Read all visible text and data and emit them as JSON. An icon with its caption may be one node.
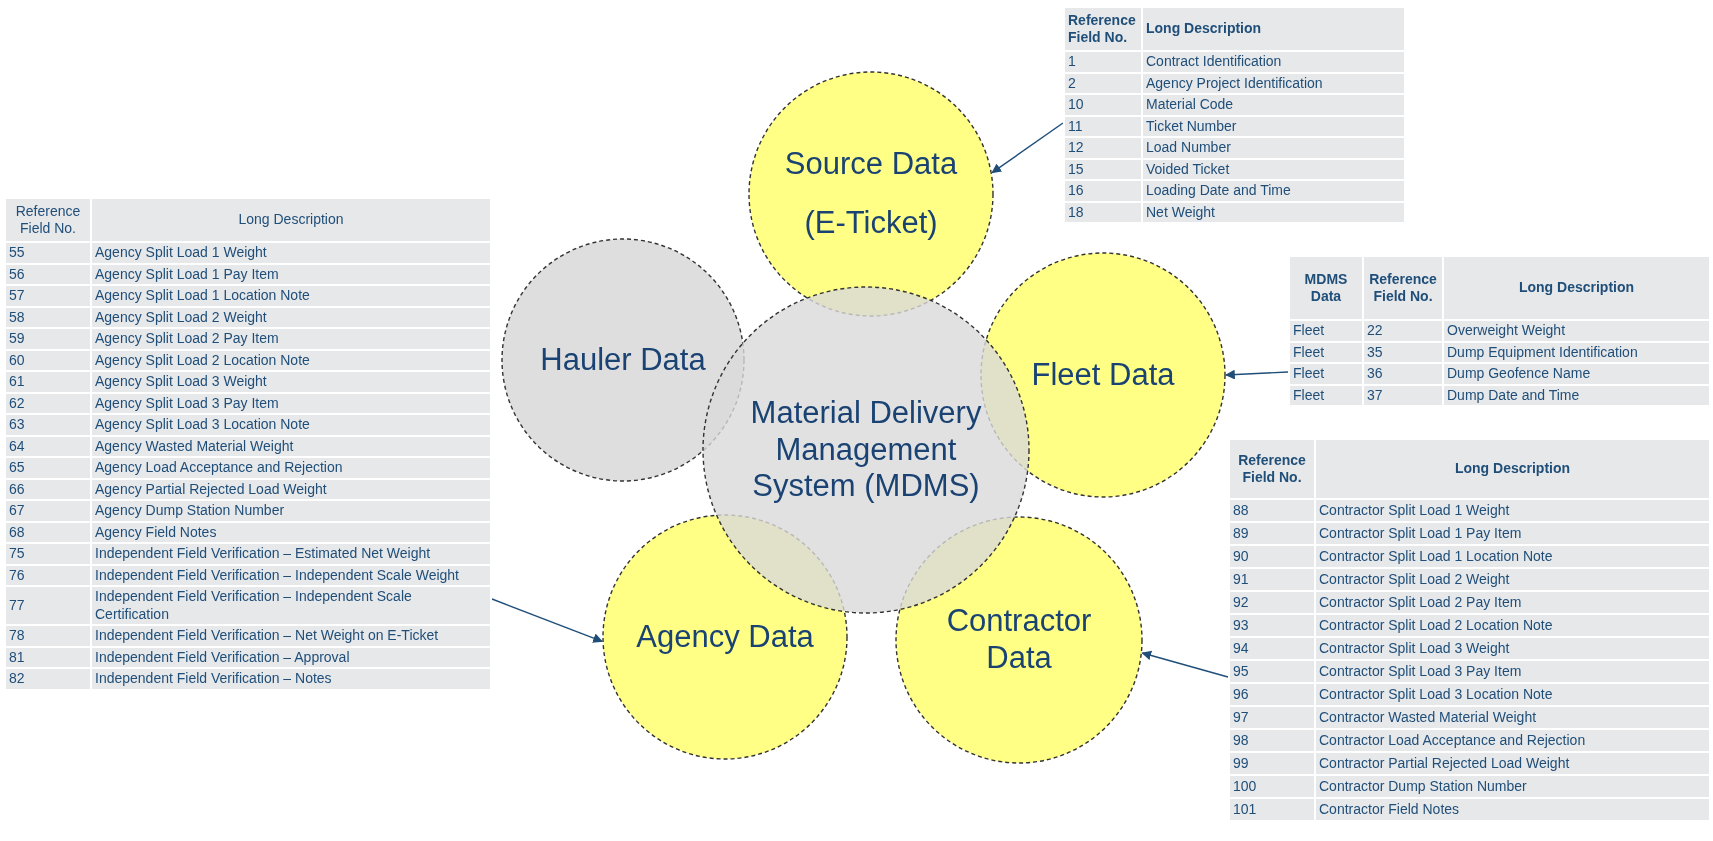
{
  "diagram": {
    "nodes": [
      {
        "text": [
          "Source Data",
          "(E-Ticket)"
        ]
      },
      {
        "text": [
          "Hauler Data"
        ]
      },
      {
        "text": [
          "Material Delivery Management System (MDMS)"
        ]
      },
      {
        "text": [
          "Fleet Data"
        ]
      },
      {
        "text": [
          "Agency Data"
        ]
      },
      {
        "text": [
          "Contractor Data"
        ]
      },
      {
        "text": [
          "Reference Field No.",
          "Long Description",
          "1",
          "Contract Identification",
          "2",
          "Agency Project Identification",
          "10",
          "Material Code",
          "11",
          "Ticket Number",
          "12",
          "Load Number",
          "15",
          "Voided Ticket",
          "16",
          "Loading Date and Time",
          "18",
          "Net Weight"
        ]
      },
      {
        "text": [
          "Reference Field No.",
          "Long Description",
          "55",
          "Agency Split Load 1 Weight",
          "56",
          "Agency Split Load 1 Pay Item",
          "57",
          "Agency Split Load 1 Location Note",
          "58",
          "Agency Split Load 2 Weight",
          "59",
          "Agency Split Load 2 Pay Item",
          "60",
          "Agency Split Load 2 Location Note",
          "61",
          "Agency Split Load 3 Weight",
          "62",
          "Agency Split Load 3 Pay Item",
          "63",
          "Agency Split Load 3 Location Note",
          "64",
          "Agency Wasted Material Weight",
          "65",
          "Agency Load Acceptance and Rejection",
          "66",
          "Agency Partial Rejected Load Weight",
          "67",
          "Agency Dump Station Number",
          "68",
          "Agency Field Notes",
          "75",
          "Independent Field Verification – Estimated Net Weight",
          "76",
          "Independent Field Verification – Independent Scale Weight",
          "77",
          "Independent Field Verification – Independent Scale Certification",
          "78",
          "Independent Field Verification – Net Weight on E-Ticket",
          "81",
          "Independent Field Verification – Approval",
          "82",
          "Independent Field Verification – Notes"
        ]
      },
      {
        "text": [
          "MDMS Data",
          "Reference Field No.",
          "Long Description",
          "Fleet",
          "22",
          "Overweight Weight",
          "Fleet",
          "35",
          "Dump Equipment Identification",
          "Fleet",
          "36",
          "Dump Geofence Name",
          "Fleet",
          "37",
          "Dump Date and Time"
        ]
      },
      {
        "text": [
          "Reference Field No.",
          "Long Description",
          "88",
          "Contractor Split Load 1 Weight",
          "89",
          "Contractor Split Load 1 Pay Item",
          "90",
          "Contractor Split Load 1 Location Note",
          "91",
          "Contractor Split Load 2 Weight",
          "92",
          "Contractor Split Load 2 Pay Item",
          "93",
          "Contractor Split Load 2 Location Note",
          "94",
          "Contractor Split Load 3 Weight",
          "95",
          "Contractor Split Load 3 Pay Item",
          "96",
          "Contractor Split Load 3 Location Note",
          "97",
          "Contractor Wasted Material Weight",
          "98",
          "Contractor Load Acceptance and Rejection",
          "99",
          "Contractor Partial Rejected Load Weight",
          "100",
          "Contractor Dump Station Number",
          "101",
          "Contractor Field Notes"
        ]
      }
    ],
    "edges": [
      {
        "from": 6,
        "to": 0,
        "arrow": "to"
      },
      {
        "from": 8,
        "to": 3,
        "arrow": "to"
      },
      {
        "from": 7,
        "to": 4,
        "arrow": "to"
      },
      {
        "from": 9,
        "to": 5,
        "arrow": "to"
      }
    ]
  }
}
